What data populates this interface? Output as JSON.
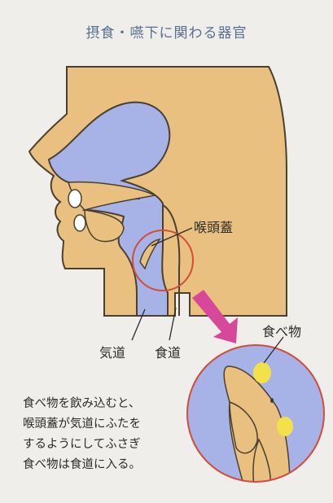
{
  "title": "摂食・嚥下に関わる器官",
  "labels": {
    "epiglottis": "喉頭蓋",
    "trachea": "気道",
    "esophagus": "食道",
    "food": "食べ物"
  },
  "caption": [
    "食べ物を飲み込むと、",
    "喉頭蓋が気道にふたを",
    "するようにしてふさぎ",
    "食べ物は食道に入る。"
  ],
  "colors": {
    "skin": "#e9c07f",
    "airway": "#a7b2e6",
    "outline": "#4a4030",
    "highlight_circle": "#d44a3c",
    "arrow": "#d8489a",
    "food": "#f3e14a"
  }
}
